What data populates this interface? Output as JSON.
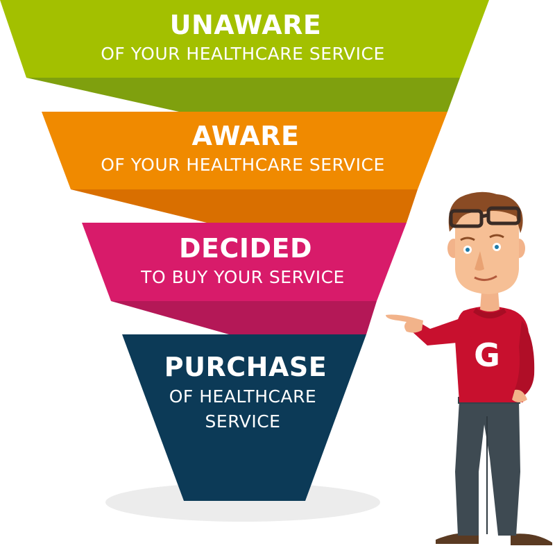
{
  "funnel": {
    "stages": [
      {
        "title": "UNAWARE",
        "subtitle": "OF YOUR HEALTHCARE SERVICE",
        "color": "#a3c000",
        "shadow": "#7fa00e"
      },
      {
        "title": "AWARE",
        "subtitle": "OF YOUR HEALTHCARE SERVICE",
        "color": "#f08a00",
        "shadow": "#d96f00"
      },
      {
        "title": "DECIDED",
        "subtitle": "TO BUY YOUR SERVICE",
        "color": "#d81b6a",
        "shadow": "#b41857"
      },
      {
        "title": "PURCHASE",
        "subtitle_lines": [
          "OF HEALTHCARE",
          "SERVICE"
        ],
        "color": "#0c3a57"
      }
    ]
  },
  "mascot": {
    "shirt_letter": "G",
    "shirt_color": "#c8102e",
    "pants_color": "#3e4a52",
    "glasses_color": "#3a2b25"
  }
}
